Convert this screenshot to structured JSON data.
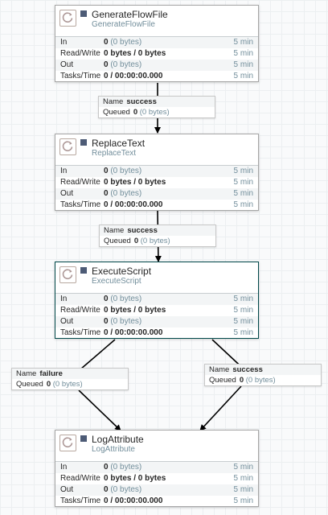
{
  "processors": [
    {
      "name": "GenerateFlowFile",
      "type": "GenerateFlowFile",
      "stats": [
        {
          "label": "In",
          "value_bold": "0",
          "value_dim": "(0 bytes)",
          "window": "5 min"
        },
        {
          "label": "Read/Write",
          "value_bold": "0 bytes / 0 bytes",
          "value_dim": "",
          "window": "5 min"
        },
        {
          "label": "Out",
          "value_bold": "0",
          "value_dim": "(0 bytes)",
          "window": "5 min"
        },
        {
          "label": "Tasks/Time",
          "value_bold": "0 / 00:00:00.000",
          "value_dim": "",
          "window": "5 min"
        }
      ]
    },
    {
      "name": "ReplaceText",
      "type": "ReplaceText",
      "stats": [
        {
          "label": "In",
          "value_bold": "0",
          "value_dim": "(0 bytes)",
          "window": "5 min"
        },
        {
          "label": "Read/Write",
          "value_bold": "0 bytes / 0 bytes",
          "value_dim": "",
          "window": "5 min"
        },
        {
          "label": "Out",
          "value_bold": "0",
          "value_dim": "(0 bytes)",
          "window": "5 min"
        },
        {
          "label": "Tasks/Time",
          "value_bold": "0 / 00:00:00.000",
          "value_dim": "",
          "window": "5 min"
        }
      ]
    },
    {
      "name": "ExecuteScript",
      "type": "ExecuteScript",
      "stats": [
        {
          "label": "In",
          "value_bold": "0",
          "value_dim": "(0 bytes)",
          "window": "5 min"
        },
        {
          "label": "Read/Write",
          "value_bold": "0 bytes / 0 bytes",
          "value_dim": "",
          "window": "5 min"
        },
        {
          "label": "Out",
          "value_bold": "0",
          "value_dim": "(0 bytes)",
          "window": "5 min"
        },
        {
          "label": "Tasks/Time",
          "value_bold": "0 / 00:00:00.000",
          "value_dim": "",
          "window": "5 min"
        }
      ]
    },
    {
      "name": "LogAttribute",
      "type": "LogAttribute",
      "stats": [
        {
          "label": "In",
          "value_bold": "0",
          "value_dim": "(0 bytes)",
          "window": "5 min"
        },
        {
          "label": "Read/Write",
          "value_bold": "0 bytes / 0 bytes",
          "value_dim": "",
          "window": "5 min"
        },
        {
          "label": "Out",
          "value_bold": "0",
          "value_dim": "(0 bytes)",
          "window": "5 min"
        },
        {
          "label": "Tasks/Time",
          "value_bold": "0 / 00:00:00.000",
          "value_dim": "",
          "window": "5 min"
        }
      ]
    }
  ],
  "connections": [
    {
      "name_label": "Name",
      "name": "success",
      "queued_label": "Queued",
      "queued_count": "0",
      "queued_size": "(0 bytes)"
    },
    {
      "name_label": "Name",
      "name": "success",
      "queued_label": "Queued",
      "queued_count": "0",
      "queued_size": "(0 bytes)"
    },
    {
      "name_label": "Name",
      "name": "failure",
      "queued_label": "Queued",
      "queued_count": "0",
      "queued_size": "(0 bytes)"
    },
    {
      "name_label": "Name",
      "name": "success",
      "queued_label": "Queued",
      "queued_count": "0",
      "queued_size": "(0 bytes)"
    }
  ],
  "colors": {
    "selected_border": "#004849",
    "run_state": "#4d5b76",
    "muted_text": "#728e9b",
    "edge": "#000000"
  },
  "icons": {
    "processor": "processor-icon",
    "run_state": "stopped-state-icon"
  }
}
